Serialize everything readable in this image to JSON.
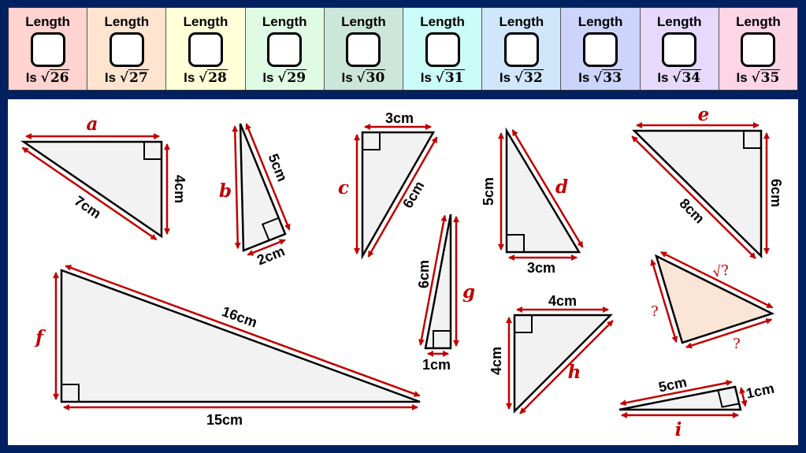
{
  "header": {
    "cells": [
      {
        "top": "Length",
        "bottom": "Is",
        "root": "26",
        "color": "#ffd3d0"
      },
      {
        "top": "Length",
        "bottom": "Is",
        "root": "27",
        "color": "#ffe4d0"
      },
      {
        "top": "Length",
        "bottom": "Is",
        "root": "28",
        "color": "#ffffd8"
      },
      {
        "top": "Length",
        "bottom": "Is",
        "root": "29",
        "color": "#e0fbe4"
      },
      {
        "top": "Length",
        "bottom": "Is",
        "root": "30",
        "color": "#cde6da"
      },
      {
        "top": "Length",
        "bottom": "Is",
        "root": "31",
        "color": "#ccfcf8"
      },
      {
        "top": "Length",
        "bottom": "Is",
        "root": "32",
        "color": "#cfe6fb"
      },
      {
        "top": "Length",
        "bottom": "Is",
        "root": "33",
        "color": "#cdd4fb"
      },
      {
        "top": "Length",
        "bottom": "Is",
        "root": "34",
        "color": "#e6d9fb"
      },
      {
        "top": "Length",
        "bottom": "Is",
        "root": "35",
        "color": "#fdd5e4"
      }
    ]
  },
  "triangles": {
    "a": {
      "name": "a",
      "s1": "4cm",
      "s2": "7cm"
    },
    "b": {
      "name": "b",
      "s1": "5cm",
      "s2": "2cm"
    },
    "c": {
      "name": "c",
      "s1": "3cm",
      "s2": "6cm"
    },
    "d": {
      "name": "d",
      "s1": "5cm",
      "s2": "3cm"
    },
    "e": {
      "name": "e",
      "s1": "6cm",
      "s2": "8cm"
    },
    "f": {
      "name": "f",
      "s1": "16cm",
      "s2": "15cm"
    },
    "g": {
      "name": "g",
      "s1": "6cm",
      "s2": "1cm"
    },
    "h": {
      "name": "h",
      "s1": "4cm",
      "s2": "4cm"
    },
    "i": {
      "name": "i",
      "s1": "5cm",
      "s2": "1cm"
    },
    "example": {
      "hyp": "√?",
      "s1": "?",
      "s2": "?"
    }
  },
  "colors": {
    "arrow": "#c00000",
    "fill": "#f2f2f2",
    "example_fill": "#fbe5d6",
    "background": "#002060"
  }
}
